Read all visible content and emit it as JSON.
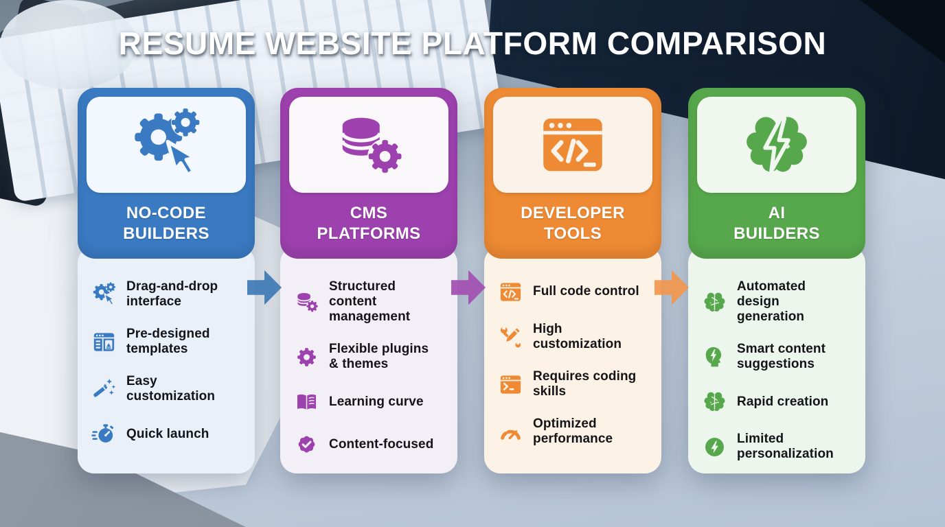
{
  "title": "RESUME WEBSITE PLATFORM COMPARISON",
  "columns": [
    {
      "id": "no-code-builders",
      "label": "NO-CODE\nBUILDERS",
      "accent": "#3a7ac2",
      "panel_bg": "#f2f8fd",
      "body_bg": "#e9f0f8",
      "icon": "gears-cursor",
      "features": [
        {
          "icon": "gears-cursor",
          "text": "Drag-and-drop\ninterface"
        },
        {
          "icon": "template-window",
          "text": "Pre-designed\ntemplates"
        },
        {
          "icon": "magic-wand",
          "text": "Easy\ncustomization"
        },
        {
          "icon": "stopwatch",
          "text": "Quick launch"
        }
      ]
    },
    {
      "id": "cms-platforms",
      "label": "CMS\nPLATFORMS",
      "accent": "#9d41ae",
      "panel_bg": "#faf7fb",
      "body_bg": "#f3eff6",
      "icon": "database-gear",
      "features": [
        {
          "icon": "database-gear",
          "text": "Structured\ncontent\nmanagement"
        },
        {
          "icon": "plain-gear",
          "text": "Flexible plugins\n& themes"
        },
        {
          "icon": "open-book",
          "text": "Learning curve"
        },
        {
          "icon": "gear-check",
          "text": "Content-focused"
        }
      ]
    },
    {
      "id": "developer-tools",
      "label": "DEVELOPER\nTOOLS",
      "accent": "#ee8a33",
      "panel_bg": "#fbf3e9",
      "body_bg": "#fcf2e6",
      "icon": "code-window",
      "features": [
        {
          "icon": "code-window",
          "text": "Full code control"
        },
        {
          "icon": "wrench-pencil",
          "text": "High\ncustomization"
        },
        {
          "icon": "terminal-window",
          "text": "Requires coding\nskills"
        },
        {
          "icon": "gauge",
          "text": "Optimized\nperformance"
        }
      ]
    },
    {
      "id": "ai-builders",
      "label": "AI\nBUILDERS",
      "accent": "#57a84c",
      "panel_bg": "#eff7ef",
      "body_bg": "#ecf6ed",
      "icon": "brain-bolt",
      "features": [
        {
          "icon": "brain",
          "text": "Automated\ndesign\ngeneration"
        },
        {
          "icon": "head-bolt",
          "text": "Smart content\nsuggestions"
        },
        {
          "icon": "brain",
          "text": "Rapid creation"
        },
        {
          "icon": "circle-bolt",
          "text": "Limited\npersonalization"
        }
      ]
    }
  ],
  "arrows": [
    {
      "color": "#3e79b4"
    },
    {
      "color": "#a24fb2"
    },
    {
      "color": "#f2974e"
    }
  ]
}
